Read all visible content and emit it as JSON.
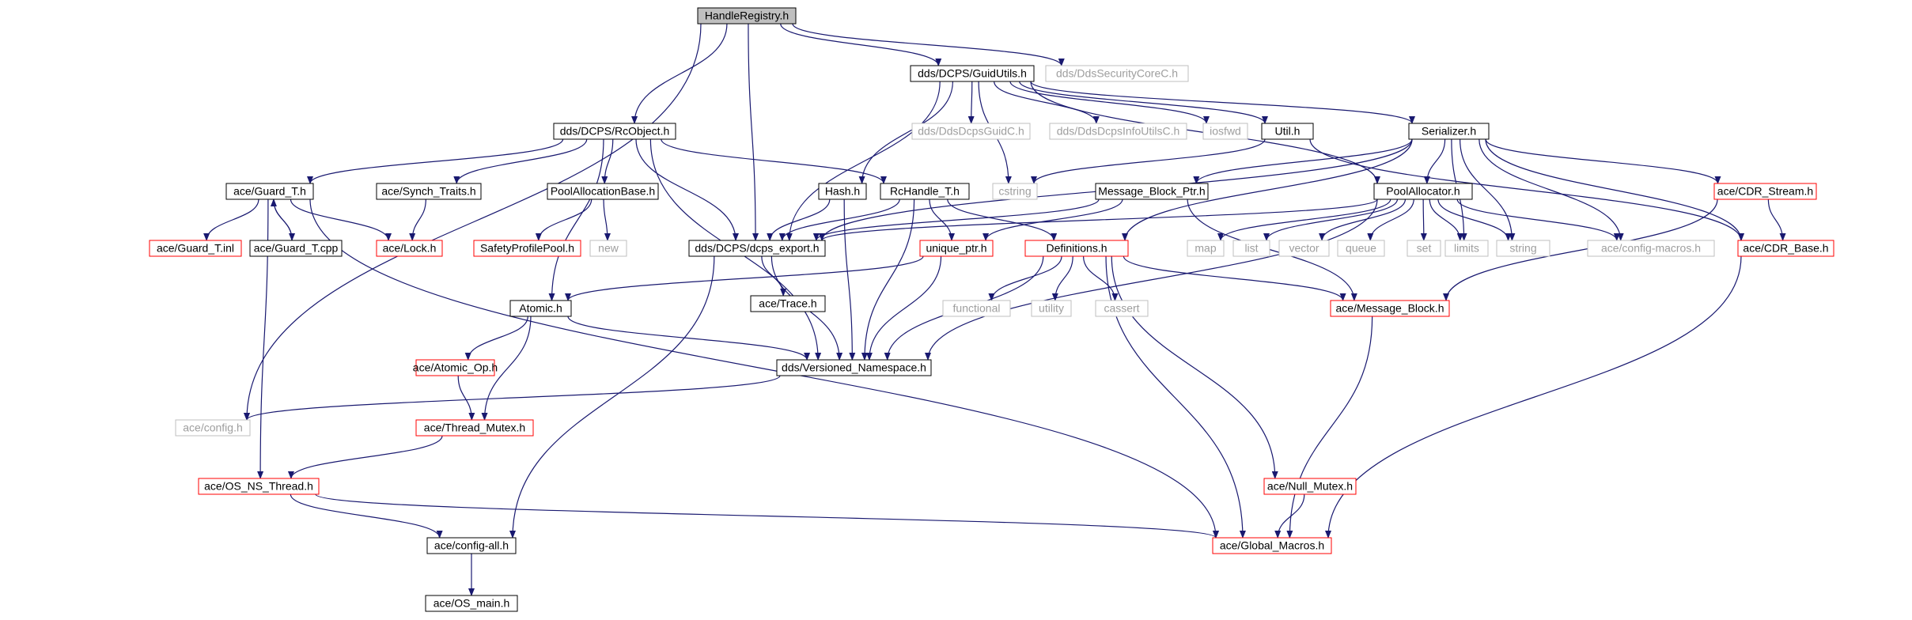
{
  "styles": {
    "root": {
      "fill": "#bfbfbf",
      "stroke": "#000000",
      "text": "#000000"
    },
    "normal": {
      "fill": "#ffffff",
      "stroke": "#000000",
      "text": "#000000"
    },
    "red": {
      "fill": "#ffffff",
      "stroke": "#ff0000",
      "text": "#000000"
    },
    "external": {
      "fill": "#ffffff",
      "stroke": "#bfbfbf",
      "text": "#9e9e9e"
    },
    "edge": "#191970"
  },
  "nodes": [
    {
      "id": "handleregistry",
      "label": "HandleRegistry.h",
      "style": "root"
    },
    {
      "id": "guidutils",
      "label": "dds/DCPS/GuidUtils.h",
      "style": "normal"
    },
    {
      "id": "securitycore",
      "label": "dds/DdsSecurityCoreC.h",
      "style": "external"
    },
    {
      "id": "rcobject",
      "label": "dds/DCPS/RcObject.h",
      "style": "normal"
    },
    {
      "id": "guidc",
      "label": "dds/DdsDcpsGuidC.h",
      "style": "external"
    },
    {
      "id": "infoutilsc",
      "label": "dds/DdsDcpsInfoUtilsC.h",
      "style": "external"
    },
    {
      "id": "iosfwd",
      "label": "iosfwd",
      "style": "external"
    },
    {
      "id": "util",
      "label": "Util.h",
      "style": "normal"
    },
    {
      "id": "serializer",
      "label": "Serializer.h",
      "style": "normal"
    },
    {
      "id": "guardt",
      "label": "ace/Guard_T.h",
      "style": "normal"
    },
    {
      "id": "synchtraits",
      "label": "ace/Synch_Traits.h",
      "style": "normal"
    },
    {
      "id": "poolallocbase",
      "label": "PoolAllocationBase.h",
      "style": "normal"
    },
    {
      "id": "hash",
      "label": "Hash.h",
      "style": "normal"
    },
    {
      "id": "rchandle",
      "label": "RcHandle_T.h",
      "style": "normal"
    },
    {
      "id": "cstring",
      "label": "cstring",
      "style": "external"
    },
    {
      "id": "mbptr",
      "label": "Message_Block_Ptr.h",
      "style": "normal"
    },
    {
      "id": "poolallocator",
      "label": "PoolAllocator.h",
      "style": "normal"
    },
    {
      "id": "cdrstream",
      "label": "ace/CDR_Stream.h",
      "style": "red"
    },
    {
      "id": "guardinl",
      "label": "ace/Guard_T.inl",
      "style": "red"
    },
    {
      "id": "guardcpp",
      "label": "ace/Guard_T.cpp",
      "style": "normal"
    },
    {
      "id": "lock",
      "label": "ace/Lock.h",
      "style": "red"
    },
    {
      "id": "safetypool",
      "label": "SafetyProfilePool.h",
      "style": "red"
    },
    {
      "id": "new",
      "label": "new",
      "style": "external"
    },
    {
      "id": "dcpsexport",
      "label": "dds/DCPS/dcps_export.h",
      "style": "normal"
    },
    {
      "id": "uniqueptr",
      "label": "unique_ptr.h",
      "style": "red"
    },
    {
      "id": "definitions",
      "label": "Definitions.h",
      "style": "red"
    },
    {
      "id": "map",
      "label": "map",
      "style": "external"
    },
    {
      "id": "list",
      "label": "list",
      "style": "external"
    },
    {
      "id": "vector",
      "label": "vector",
      "style": "external"
    },
    {
      "id": "queue",
      "label": "queue",
      "style": "external"
    },
    {
      "id": "set",
      "label": "set",
      "style": "external"
    },
    {
      "id": "limits",
      "label": "limits",
      "style": "external"
    },
    {
      "id": "string",
      "label": "string",
      "style": "external"
    },
    {
      "id": "configmacros",
      "label": "ace/config-macros.h",
      "style": "external"
    },
    {
      "id": "cdrbase",
      "label": "ace/CDR_Base.h",
      "style": "red"
    },
    {
      "id": "trace",
      "label": "ace/Trace.h",
      "style": "normal"
    },
    {
      "id": "atomic",
      "label": "Atomic.h",
      "style": "normal"
    },
    {
      "id": "functional",
      "label": "functional",
      "style": "external"
    },
    {
      "id": "utility",
      "label": "utility",
      "style": "external"
    },
    {
      "id": "cassert",
      "label": "cassert",
      "style": "external"
    },
    {
      "id": "messageblock",
      "label": "ace/Message_Block.h",
      "style": "red"
    },
    {
      "id": "atomicop",
      "label": "ace/Atomic_Op.h",
      "style": "red"
    },
    {
      "id": "versioned",
      "label": "dds/Versioned_Namespace.h",
      "style": "normal"
    },
    {
      "id": "config",
      "label": "ace/config.h",
      "style": "external"
    },
    {
      "id": "threadmutex",
      "label": "ace/Thread_Mutex.h",
      "style": "red"
    },
    {
      "id": "osnsthread",
      "label": "ace/OS_NS_Thread.h",
      "style": "red"
    },
    {
      "id": "nullmutex",
      "label": "ace/Null_Mutex.h",
      "style": "red"
    },
    {
      "id": "configall",
      "label": "ace/config-all.h",
      "style": "normal"
    },
    {
      "id": "globalmacros",
      "label": "ace/Global_Macros.h",
      "style": "red"
    },
    {
      "id": "osmain",
      "label": "ace/OS_main.h",
      "style": "normal"
    }
  ],
  "edges": [
    [
      "handleregistry",
      "guidutils"
    ],
    [
      "handleregistry",
      "securitycore"
    ],
    [
      "handleregistry",
      "rcobject"
    ],
    [
      "handleregistry",
      "dcpsexport"
    ],
    [
      "handleregistry",
      "config"
    ],
    [
      "guidutils",
      "guidc"
    ],
    [
      "guidutils",
      "infoutilsc"
    ],
    [
      "guidutils",
      "iosfwd"
    ],
    [
      "guidutils",
      "util"
    ],
    [
      "guidutils",
      "serializer"
    ],
    [
      "guidutils",
      "hash"
    ],
    [
      "guidutils",
      "cstring"
    ],
    [
      "guidutils",
      "dcpsexport"
    ],
    [
      "guidutils",
      "poolallocator"
    ],
    [
      "rcobject",
      "guardt"
    ],
    [
      "rcobject",
      "synchtraits"
    ],
    [
      "rcobject",
      "poolallocbase"
    ],
    [
      "rcobject",
      "rchandle"
    ],
    [
      "rcobject",
      "dcpsexport"
    ],
    [
      "rcobject",
      "atomic"
    ],
    [
      "rcobject",
      "versioned"
    ],
    [
      "util",
      "cstring"
    ],
    [
      "util",
      "cdrbase"
    ],
    [
      "serializer",
      "mbptr"
    ],
    [
      "serializer",
      "poolallocator"
    ],
    [
      "serializer",
      "cdrstream"
    ],
    [
      "serializer",
      "cdrbase"
    ],
    [
      "serializer",
      "limits"
    ],
    [
      "serializer",
      "string"
    ],
    [
      "serializer",
      "configmacros"
    ],
    [
      "serializer",
      "definitions"
    ],
    [
      "serializer",
      "dcpsexport"
    ],
    [
      "guardt",
      "guardinl"
    ],
    [
      "guardt",
      "guardcpp"
    ],
    [
      "guardt",
      "lock"
    ],
    [
      "guardt",
      "osnsthread"
    ],
    [
      "guardt",
      "globalmacros"
    ],
    [
      "guardcpp",
      "guardt"
    ],
    [
      "synchtraits",
      "lock"
    ],
    [
      "poolallocbase",
      "safetypool"
    ],
    [
      "poolallocbase",
      "new"
    ],
    [
      "hash",
      "dcpsexport"
    ],
    [
      "hash",
      "versioned"
    ],
    [
      "rchandle",
      "dcpsexport"
    ],
    [
      "rchandle",
      "uniqueptr"
    ],
    [
      "rchandle",
      "definitions"
    ],
    [
      "rchandle",
      "versioned"
    ],
    [
      "mbptr",
      "dcpsexport"
    ],
    [
      "mbptr",
      "uniqueptr"
    ],
    [
      "mbptr",
      "messageblock"
    ],
    [
      "poolallocator",
      "dcpsexport"
    ],
    [
      "poolallocator",
      "map"
    ],
    [
      "poolallocator",
      "list"
    ],
    [
      "poolallocator",
      "vector"
    ],
    [
      "poolallocator",
      "queue"
    ],
    [
      "poolallocator",
      "set"
    ],
    [
      "poolallocator",
      "limits"
    ],
    [
      "poolallocator",
      "string"
    ],
    [
      "poolallocator",
      "configmacros"
    ],
    [
      "poolallocator",
      "versioned"
    ],
    [
      "cdrstream",
      "cdrbase"
    ],
    [
      "cdrstream",
      "messageblock"
    ],
    [
      "dcpsexport",
      "trace"
    ],
    [
      "dcpsexport",
      "versioned"
    ],
    [
      "dcpsexport",
      "configall"
    ],
    [
      "uniqueptr",
      "atomic"
    ],
    [
      "uniqueptr",
      "versioned"
    ],
    [
      "definitions",
      "functional"
    ],
    [
      "definitions",
      "utility"
    ],
    [
      "definitions",
      "cassert"
    ],
    [
      "definitions",
      "messageblock"
    ],
    [
      "definitions",
      "versioned"
    ],
    [
      "definitions",
      "nullmutex"
    ],
    [
      "definitions",
      "globalmacros"
    ],
    [
      "cdrbase",
      "globalmacros"
    ],
    [
      "atomic",
      "atomicop"
    ],
    [
      "atomic",
      "threadmutex"
    ],
    [
      "atomic",
      "versioned"
    ],
    [
      "messageblock",
      "globalmacros"
    ],
    [
      "atomicop",
      "threadmutex"
    ],
    [
      "versioned",
      "config"
    ],
    [
      "threadmutex",
      "osnsthread"
    ],
    [
      "osnsthread",
      "configall"
    ],
    [
      "osnsthread",
      "globalmacros"
    ],
    [
      "nullmutex",
      "globalmacros"
    ],
    [
      "configall",
      "osmain"
    ]
  ]
}
